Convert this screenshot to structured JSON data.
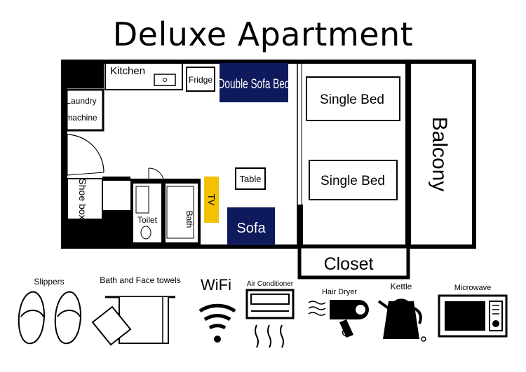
{
  "title": "Deluxe Apartment",
  "rooms": {
    "kitchen": "Kitchen",
    "fridge": "Fridge",
    "double_sofa_bed": "Double Sofa Bed",
    "laundry_line1": "Laundry",
    "laundry_line2": "machine",
    "shoe_box": "Shoe box",
    "toilet": "Toilet",
    "bath": "Bath",
    "tv": "TV",
    "table": "Table",
    "sofa": "Sofa",
    "single_bed_1": "Single Bed",
    "single_bed_2": "Single Bed",
    "balcony": "Balcony",
    "closet": "Closet"
  },
  "amenities": {
    "slippers": "Slippers",
    "towels": "Bath and Face towels",
    "wifi": "WiFi",
    "air_conditioner": "Air Conditioner",
    "hair_dryer": "Hair Dryer",
    "kettle": "Kettle",
    "microwave": "Microwave"
  },
  "colors": {
    "navy": "#0f1a5c",
    "tv_yellow": "#f2c200",
    "wall": "#000000"
  }
}
